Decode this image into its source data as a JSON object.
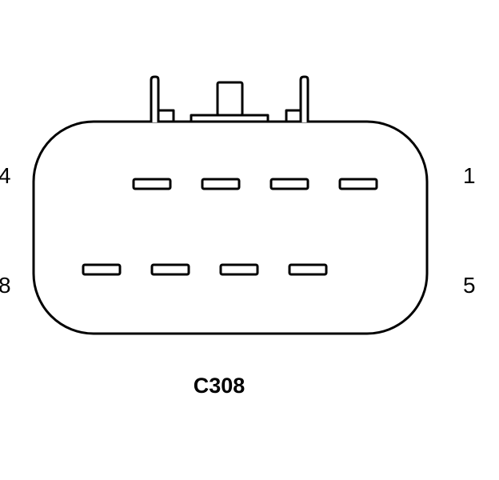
{
  "connector": {
    "name": "C308",
    "pin_labels": {
      "top_left": "4",
      "top_right": "1",
      "bottom_left": "8",
      "bottom_right": "5"
    },
    "terminal_rows": [
      {
        "row": "top",
        "count": 4
      },
      {
        "row": "bottom",
        "count": 4
      }
    ]
  }
}
